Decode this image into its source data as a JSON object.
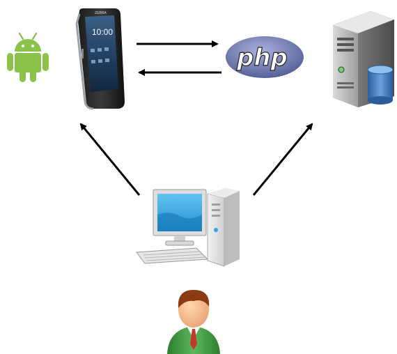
{
  "diagram": {
    "nodes": [
      {
        "id": "android",
        "icon": "android-robot-icon",
        "color": "#8bc34a"
      },
      {
        "id": "mobile-device",
        "icon": "handheld-device-icon",
        "screen_time": "10:00",
        "brand": "ZEBRA"
      },
      {
        "id": "php",
        "icon": "php-logo-icon",
        "logo_text": "php",
        "color": "#7a86b8"
      },
      {
        "id": "server",
        "icon": "database-server-icon",
        "db_color": "#4a86c8"
      },
      {
        "id": "workstation",
        "icon": "desktop-computer-icon",
        "screen_color": "#2aa6e0"
      },
      {
        "id": "user",
        "icon": "user-avatar-icon",
        "suit_color": "#3f9b3f",
        "tie_color": "#c0392b"
      }
    ],
    "edges": [
      {
        "from": "mobile-device",
        "to": "php"
      },
      {
        "from": "php",
        "to": "mobile-device"
      },
      {
        "from": "workstation",
        "to": "mobile-device"
      },
      {
        "from": "workstation",
        "to": "server"
      }
    ],
    "arrow_color": "#000000"
  }
}
